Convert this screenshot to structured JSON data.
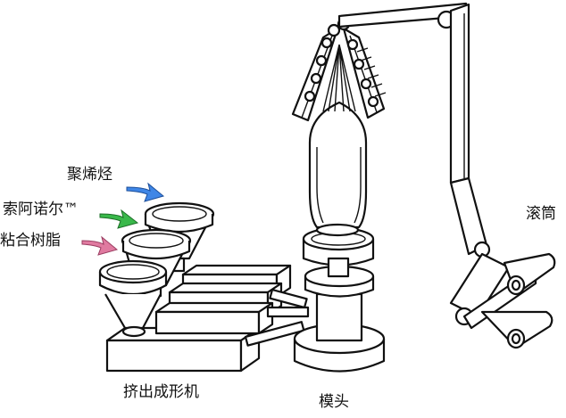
{
  "labels": {
    "polyolefin": "聚烯烃",
    "surlyn": "索阿诺尔™",
    "adhesive_resin": "粘合树脂",
    "roller": "滚筒",
    "extruder": "挤出成形机",
    "die": "模头"
  },
  "arrow_colors": {
    "polyolefin": "#3f86e6",
    "surlyn": "#39b84a",
    "adhesive_resin": "#e07aa0"
  }
}
